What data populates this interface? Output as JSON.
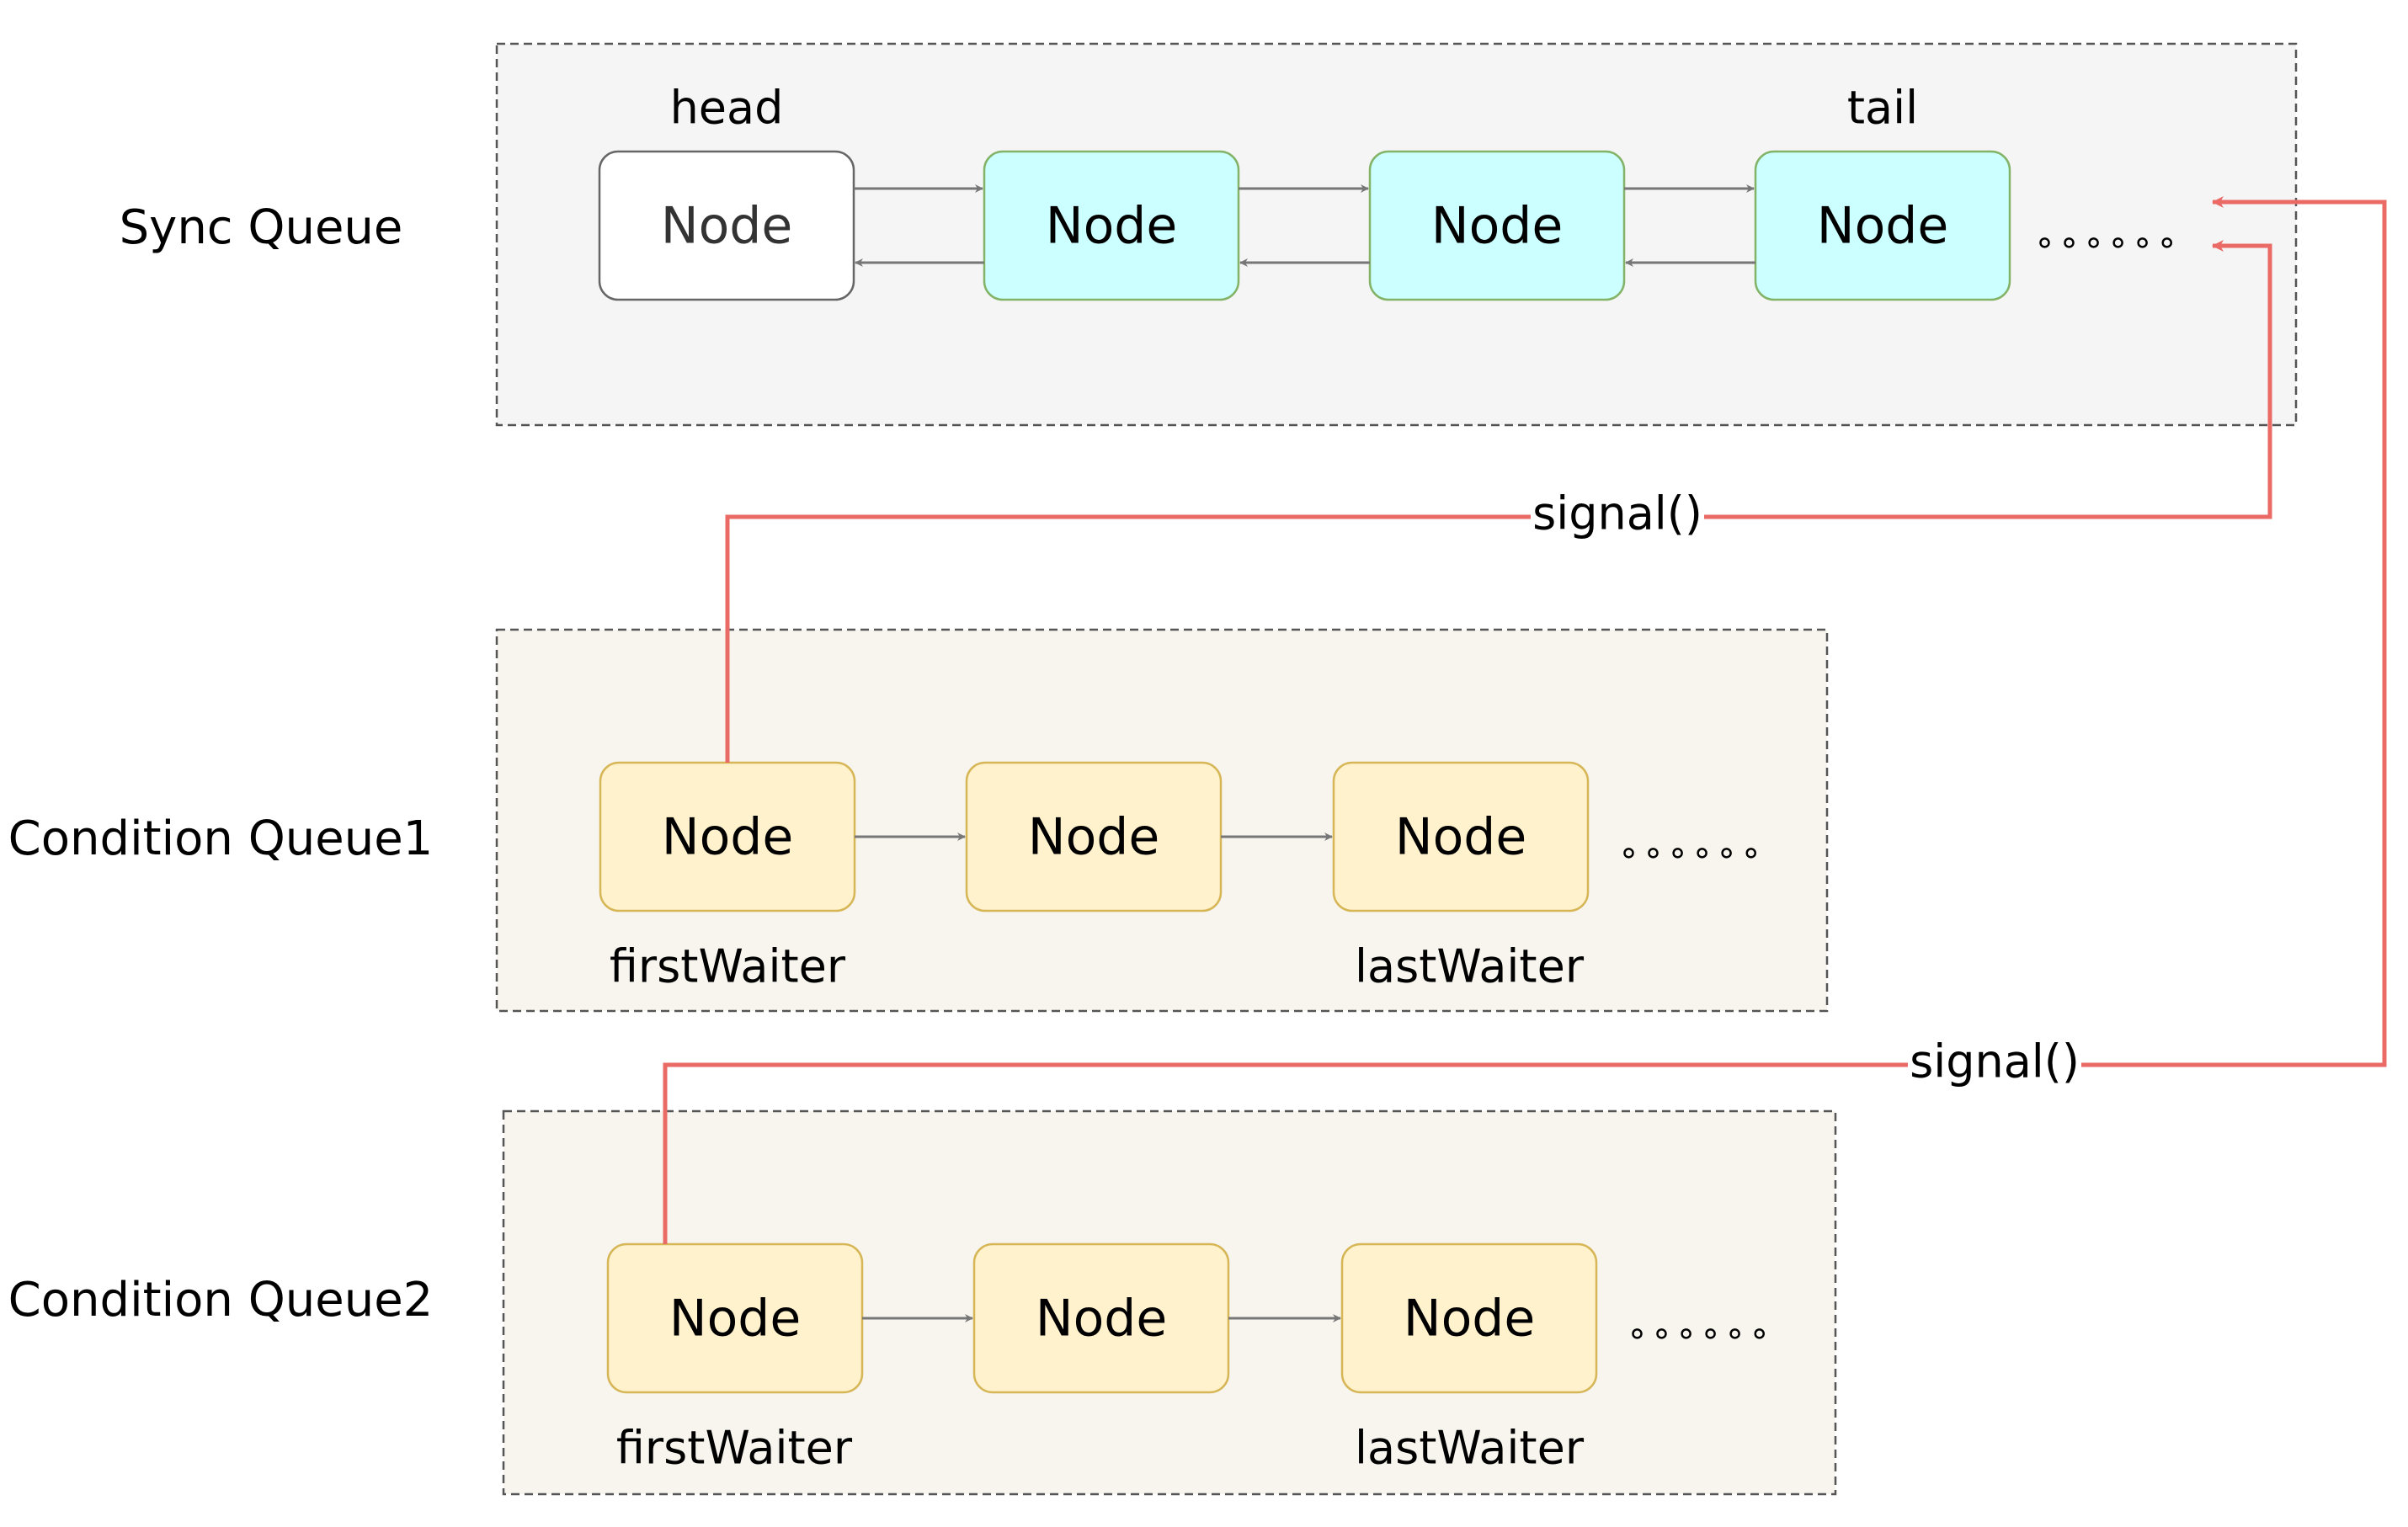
{
  "colors": {
    "sync_panel_fill": "#f5f5f5",
    "condition_panel_fill": "#f7f5ee",
    "panel_border": "#555555",
    "head_node_fill": "#ffffff",
    "head_node_border": "#666666",
    "head_node_text": "#333333",
    "sync_node_fill": "#ccffff",
    "sync_node_border": "#82b366",
    "condition_node_fill": "#fff2cc",
    "condition_node_border": "#d6b656",
    "link_arrow": "#777777",
    "signal_arrow": "#ea6b66"
  },
  "sync_queue": {
    "label": "Sync Queue",
    "head_label": "head",
    "tail_label": "tail",
    "nodes": [
      "Node",
      "Node",
      "Node",
      "Node"
    ],
    "ellipsis": "∘∘∘∘∘∘"
  },
  "condition_queues": [
    {
      "label": "Condition Queue1",
      "nodes": [
        "Node",
        "Node",
        "Node"
      ],
      "first_label": "firstWaiter",
      "last_label": "lastWaiter",
      "ellipsis": "∘∘∘∘∘∘"
    },
    {
      "label": "Condition Queue2",
      "nodes": [
        "Node",
        "Node",
        "Node"
      ],
      "first_label": "firstWaiter",
      "last_label": "lastWaiter",
      "ellipsis": "∘∘∘∘∘∘"
    }
  ],
  "signals": [
    {
      "label": "signal()",
      "from": "Condition Queue1"
    },
    {
      "label": "signal()",
      "from": "Condition Queue2"
    }
  ]
}
